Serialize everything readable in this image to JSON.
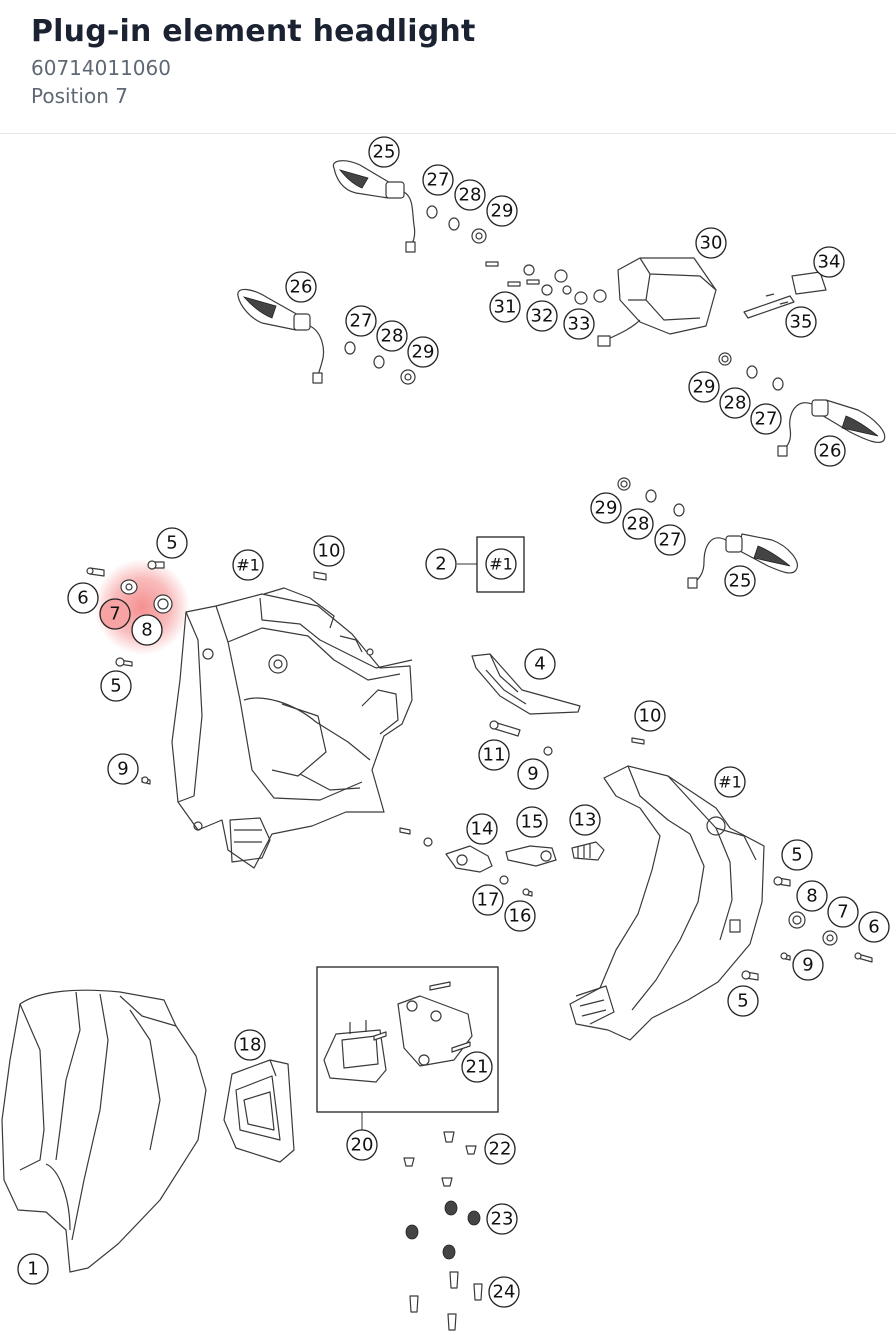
{
  "header": {
    "title": "Plug-in element headlight",
    "part_number": "60714011060",
    "position": "Position 7"
  },
  "highlight": {
    "color": "#f26b6b",
    "part": "7"
  },
  "diagram": {
    "reference_box_number": "2",
    "reference_box_label": "#1",
    "callouts": [
      "1",
      "2",
      "4",
      "5",
      "6",
      "7",
      "8",
      "9",
      "10",
      "11",
      "13",
      "14",
      "15",
      "16",
      "17",
      "18",
      "20",
      "21",
      "22",
      "23",
      "24",
      "25",
      "26",
      "27",
      "28",
      "29",
      "30",
      "31",
      "32",
      "33",
      "34",
      "35",
      "#1"
    ]
  }
}
